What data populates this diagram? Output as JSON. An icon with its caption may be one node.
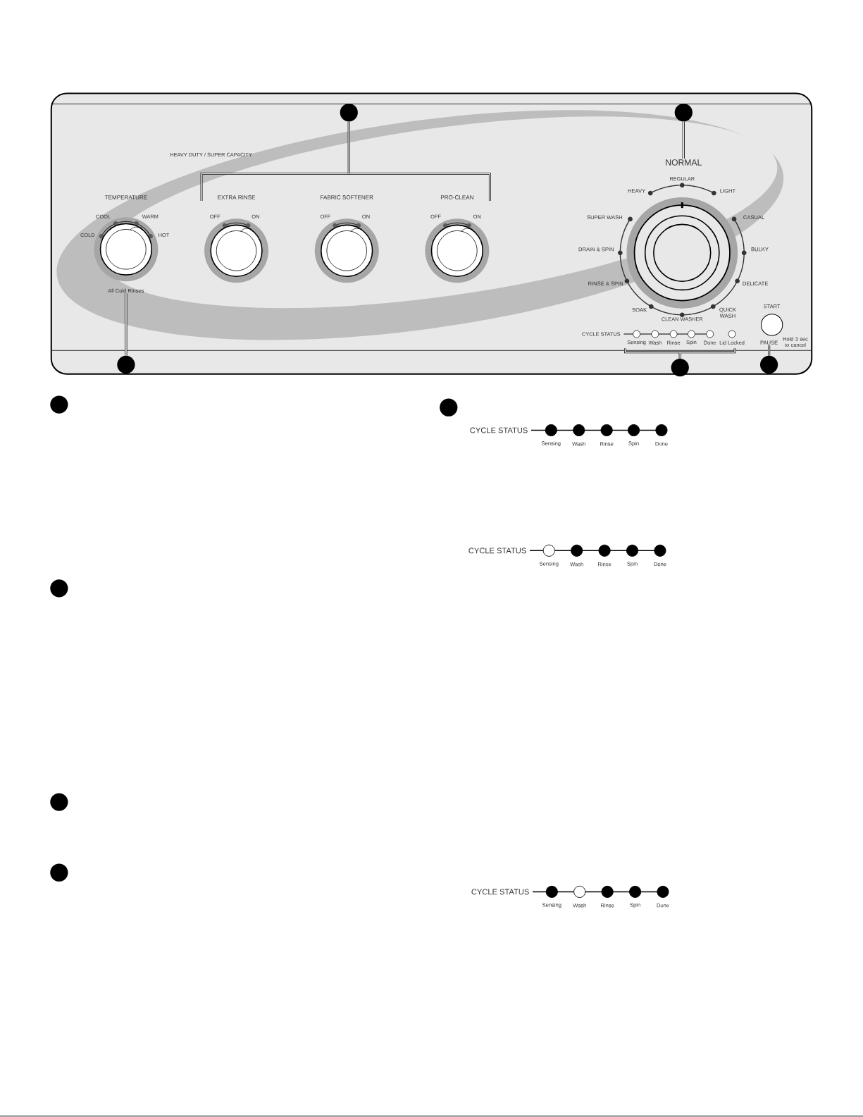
{
  "diagram": {
    "nodes": [
      {
        "text": [],
        "shape": "circle"
      },
      {
        "text": [],
        "shape": "circle"
      },
      {
        "text": [
          "NORMAL"
        ]
      },
      {
        "text": [
          "All Cold Rinses"
        ]
      },
      {
        "text": [],
        "shape": "circle"
      },
      {
        "text": [],
        "shape": "circle"
      },
      {
        "text": [],
        "shape": "circle"
      },
      {
        "text": [
          "PAUSE"
        ]
      },
      {
        "text": [],
        "shape": "circle"
      },
      {
        "text": [],
        "shape": "circle"
      },
      {
        "text": [],
        "shape": "circle"
      },
      {
        "text": [],
        "shape": "circle"
      },
      {
        "text": [],
        "shape": "circle"
      },
      {
        "text": [],
        "shape": "bracket"
      },
      {
        "text": [],
        "shape": "bracket"
      }
    ],
    "edges": [
      {
        "from": 0,
        "to": 13,
        "arrow": "none"
      },
      {
        "from": 1,
        "to": 2,
        "arrow": "none"
      },
      {
        "from": 4,
        "to": 3,
        "arrow": "none"
      },
      {
        "from": 5,
        "to": 14,
        "arrow": "none"
      },
      {
        "from": 6,
        "to": 7,
        "arrow": "none"
      }
    ],
    "labels": [
      "HEAVY DUTY / SUPER CAPACITY",
      "TEMPERATURE",
      "EXTRA RINSE",
      "FABRIC SOFTENER",
      "PRO-CLEAN",
      "COOL",
      "WARM",
      "COLD",
      "HOT",
      "OFF",
      "ON",
      "OFF",
      "ON",
      "OFF",
      "ON",
      "REGULAR",
      "HEAVY",
      "LIGHT",
      "SUPER WASH",
      "CASUAL",
      "DRAIN & SPIN",
      "BULKY",
      "RINSE & SPIN",
      "DELICATE",
      "SOAK",
      "QUICK WASH",
      "CLEAN WASHER",
      "START",
      "CYCLE STATUS",
      "Sensing",
      "Wash",
      "Rinse",
      "Spin",
      "Done",
      "Lid Locked",
      "Hold 3 sec to cancel",
      "CYCLE STATUS",
      "Sensing",
      "Wash",
      "Rinse",
      "Spin",
      "Done",
      "CYCLE STATUS",
      "Sensing",
      "Wash",
      "Rinse",
      "Spin",
      "Done",
      "CYCLE STATUS",
      "Sensing",
      "Wash",
      "Rinse",
      "Spin",
      "Done"
    ]
  }
}
